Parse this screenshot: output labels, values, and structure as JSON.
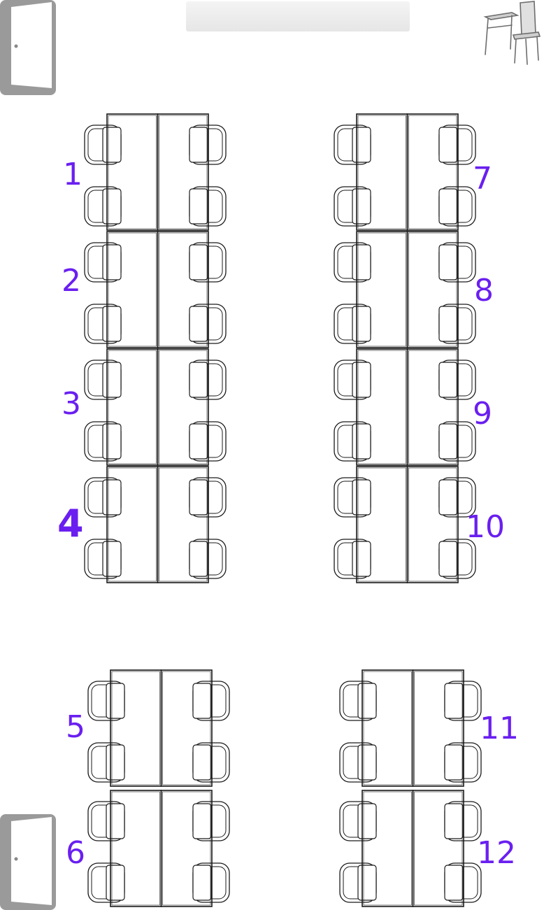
{
  "title": "",
  "colors": {
    "label": "#6a1ff0",
    "outline": "#1a1a1a",
    "door_frame": "#9a9a9a"
  },
  "icons": {
    "door": "door-icon",
    "teacher_desk": "teacher-desk-icon",
    "chair": "chair-icon",
    "desk": "desk-icon"
  },
  "groups": [
    {
      "label": "1"
    },
    {
      "label": "2"
    },
    {
      "label": "3"
    },
    {
      "label": "4"
    },
    {
      "label": "5"
    },
    {
      "label": "6"
    },
    {
      "label": "7"
    },
    {
      "label": "8"
    },
    {
      "label": "9"
    },
    {
      "label": "10"
    },
    {
      "label": "11"
    },
    {
      "label": "12"
    }
  ]
}
